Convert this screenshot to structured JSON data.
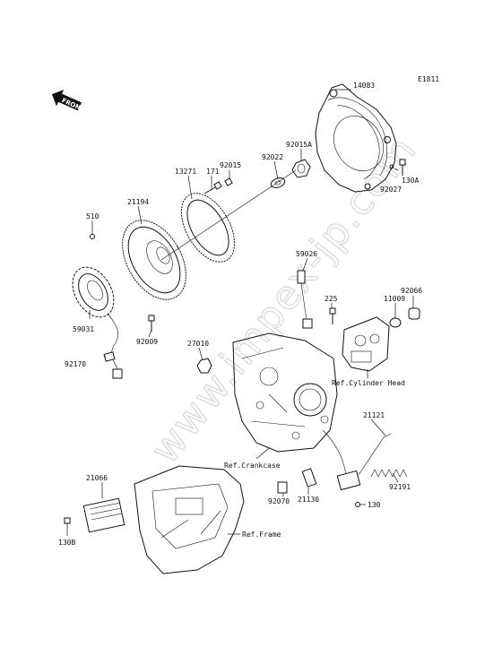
{
  "diagram_code": "E1811",
  "front_badge": "FRONT",
  "watermark": "www.impex-jp.com",
  "labels": {
    "p14083": "14083",
    "p92015A": "92015A",
    "p92022": "92022",
    "p92015": "92015",
    "p171": "171",
    "p13271": "13271",
    "p21194": "21194",
    "p510": "510",
    "p130A": "130A",
    "p92027": "92027",
    "p59026": "59026",
    "p225": "225",
    "p11009": "11009",
    "p92066": "92066",
    "p59031": "59031",
    "p92009": "92009",
    "p92170": "92170",
    "p27010": "27010",
    "ref_cyl_head": "Ref.Cylinder Head",
    "ref_crankcase": "Ref.Crankcase",
    "p21121": "21121",
    "p92191": "92191",
    "p21066": "21066",
    "p92070": "92070",
    "p21130": "21130",
    "p130": "130",
    "ref_frame": "Ref.Frame",
    "p130B": "130B"
  }
}
